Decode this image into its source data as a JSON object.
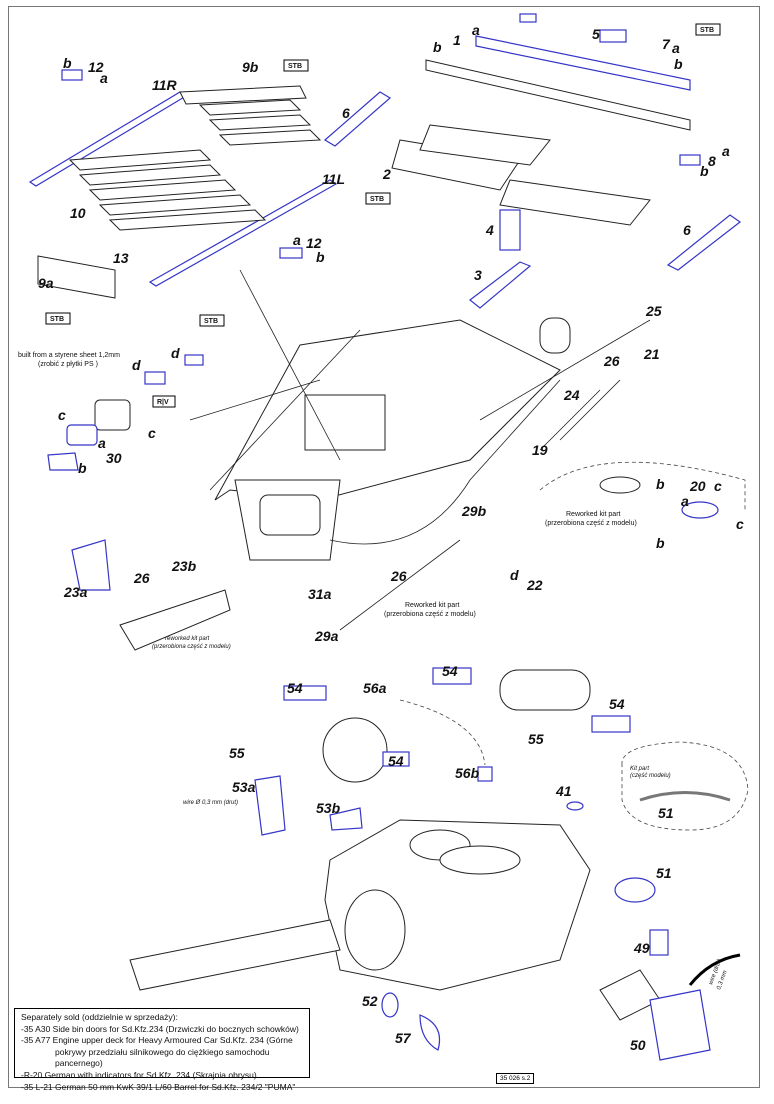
{
  "part_color": "#3535c8",
  "labels": {
    "tl": [
      "12",
      "a",
      "b",
      "11R",
      "9b",
      "11L",
      "10",
      "13",
      "a",
      "12",
      "b",
      "9a"
    ],
    "tr": [
      "a",
      "b",
      "1",
      "5",
      "7",
      "a",
      "b",
      "6",
      "2",
      "a",
      "8",
      "b",
      "4",
      "6",
      "3"
    ],
    "mid": [
      "25",
      "26",
      "21",
      "24",
      "19",
      "20",
      "a",
      "b",
      "c",
      "b",
      "c",
      "d",
      "22",
      "29b",
      "26",
      "31a",
      "29a",
      "23a",
      "26",
      "23b",
      "30",
      "a",
      "b",
      "c",
      "c",
      "d",
      "d"
    ],
    "bot": [
      "54",
      "56a",
      "55",
      "54",
      "53a",
      "53b",
      "56b",
      "41",
      "54",
      "54",
      "55",
      "51",
      "51",
      "49",
      "52",
      "57",
      "50"
    ]
  },
  "stb_boxes": [
    "STB",
    "STB",
    "STB",
    "STB",
    "STB"
  ],
  "rv_box": "R|V",
  "captions": {
    "styrene_1": "built from a styrene sheet 1,2mm",
    "styrene_2": "(zrobić z płytki PS )",
    "reworked_a1": "Reworked kit part",
    "reworked_a2": "(przerobiona część z modelu)",
    "reworked_b1": "Reworked kit part",
    "reworked_b2": "(przerobiona część z modelu)",
    "reworked_c1": "reworked kit part",
    "reworked_c2": "(przerobiona część z modelu)",
    "wire_left": "wire Ø 0,3 mm (drut)",
    "kit_part_1": "Kit part",
    "kit_part_2": "(część modelu)",
    "wire_right_1": "wire (drut)",
    "wire_right_2": "0,3 mm"
  },
  "notes": {
    "title": "Separately sold (oddzielnie w sprzedaży):",
    "line1": "-35 A30 Side bin doors for Sd.Kfz.234 (Drzwiczki do bocznych schowków)",
    "line2": "-35 A77 Engine upper deck for Heavy Armoured Car Sd.Kfz. 234 (Górne",
    "line2b": "pokrywy przedziału silnikowego do ciężkiego samochodu pancernego)",
    "line3": "-R-20 German with indicators for Sd.Kfz. 234 (Skrajnia obrysu)",
    "line4": "-35 L-21  German 50 mm KwK 39/1 L/60 Barrel for Sd.Kfz. 234/2 \"PUMA\""
  },
  "page_code": "35 026 s.2"
}
